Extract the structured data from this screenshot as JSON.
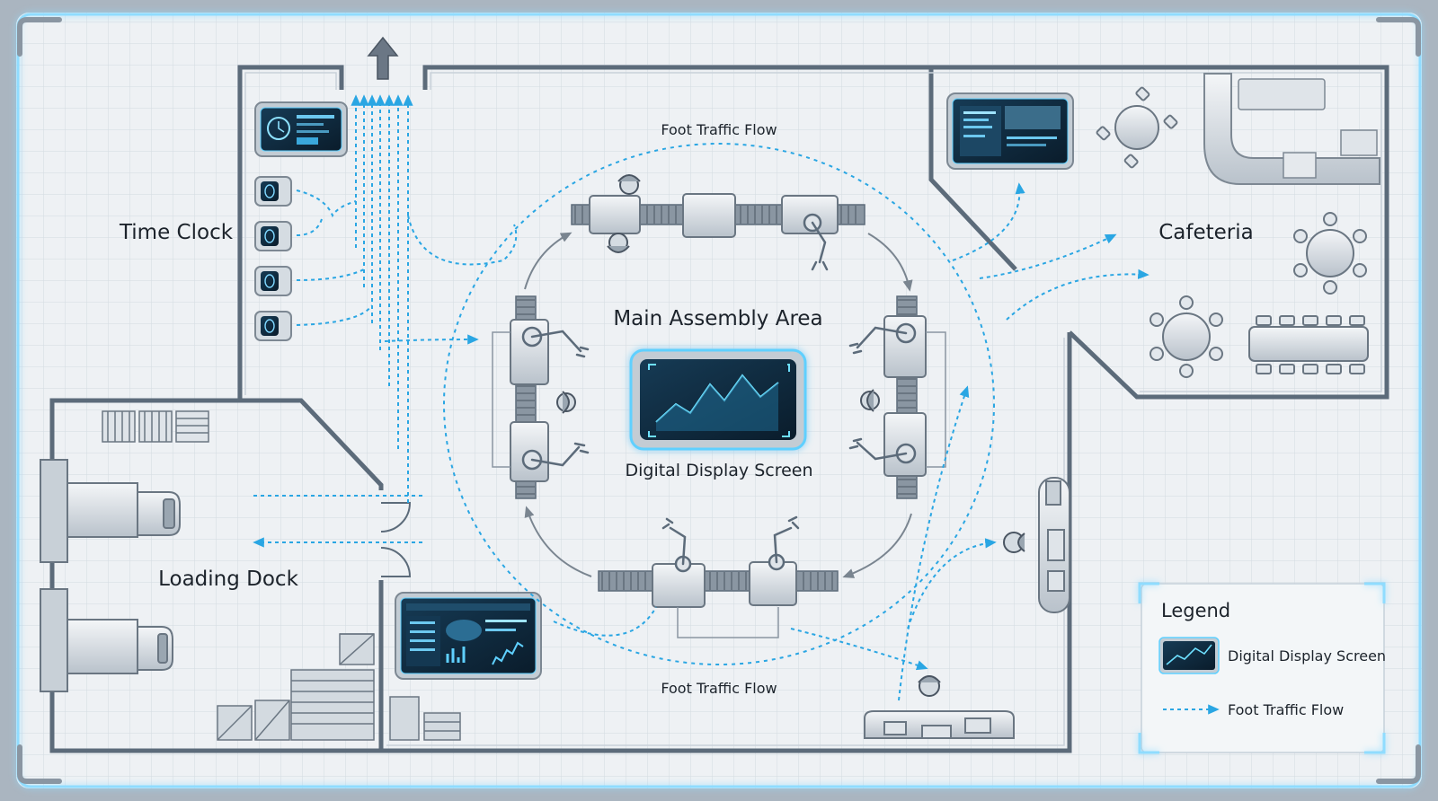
{
  "zones": {
    "time_clock": "Time Clock",
    "cafeteria": "Cafeteria",
    "loading_dock": "Loading Dock",
    "main_assembly": "Main Assembly Area"
  },
  "labels": {
    "foot_traffic_top": "Foot Traffic Flow",
    "foot_traffic_bottom": "Foot Traffic Flow",
    "digital_display": "Digital Display Screen"
  },
  "legend": {
    "title": "Legend",
    "display_label": "Digital Display Screen",
    "flow_label": "Foot Traffic Flow"
  },
  "colors": {
    "wall": "#5c6b7a",
    "flow": "#2aa6e3",
    "screen": "#0f2a3d",
    "screen_glow": "#5fd0ff",
    "grid": "#d6dde4",
    "floor": "#eceff2",
    "frame_glow": "#7fd7ff"
  },
  "icons": {
    "exit": "exit-arrow-icon",
    "badge_reader": "fingerprint-scanner-icon",
    "truck": "truck-icon",
    "robot_arm": "robot-arm-icon",
    "worker": "worker-icon",
    "table": "round-table-icon"
  }
}
